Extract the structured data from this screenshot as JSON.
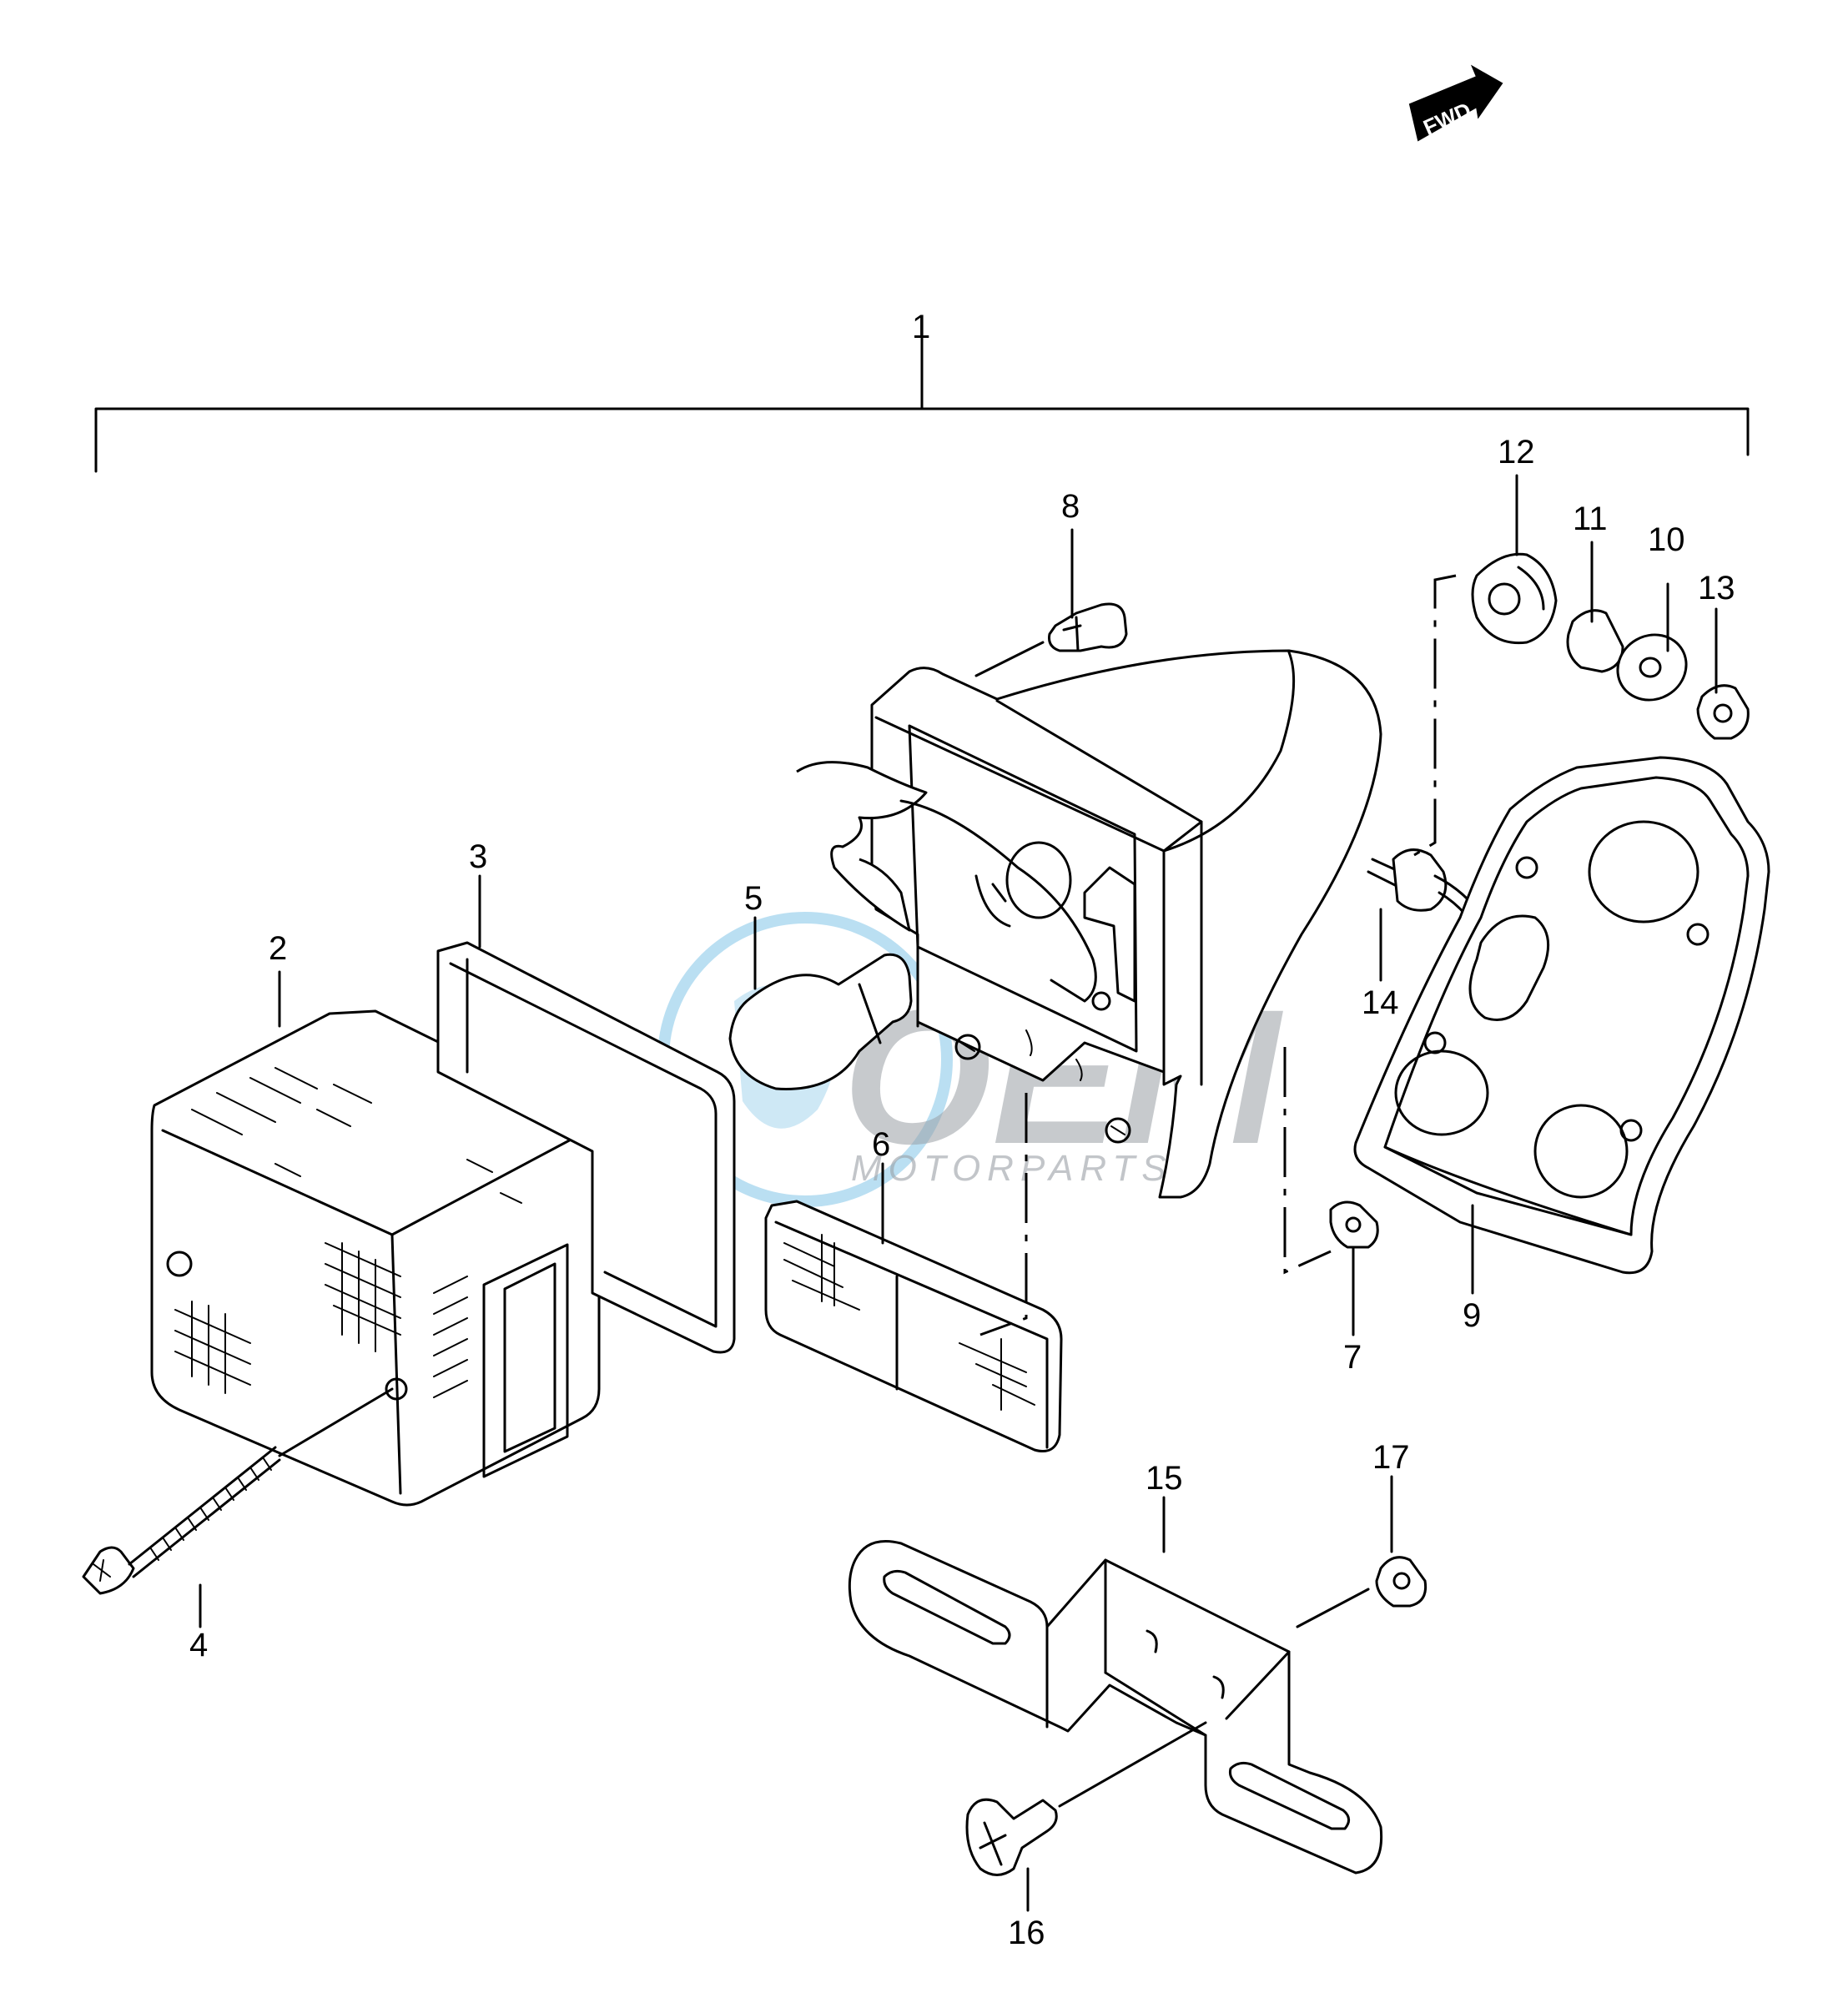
{
  "diagram": {
    "direction_badge": {
      "label": "FWD",
      "icon": "forward-arrow-icon"
    },
    "callouts": {
      "c1": "1",
      "c2": "2",
      "c3": "3",
      "c4": "4",
      "c5": "5",
      "c6": "6",
      "c7": "7",
      "c8": "8",
      "c9": "9",
      "c10": "10",
      "c11": "11",
      "c12": "12",
      "c13": "13",
      "c14": "14",
      "c15": "15",
      "c16": "16",
      "c17": "17"
    },
    "watermark": {
      "brand": "OEM",
      "tagline": "MOTORPARTS"
    },
    "colors": {
      "line": "#000000",
      "background": "#ffffff",
      "watermark": "#9aa0a6",
      "watermark_globe": "#3aa3d9"
    }
  }
}
